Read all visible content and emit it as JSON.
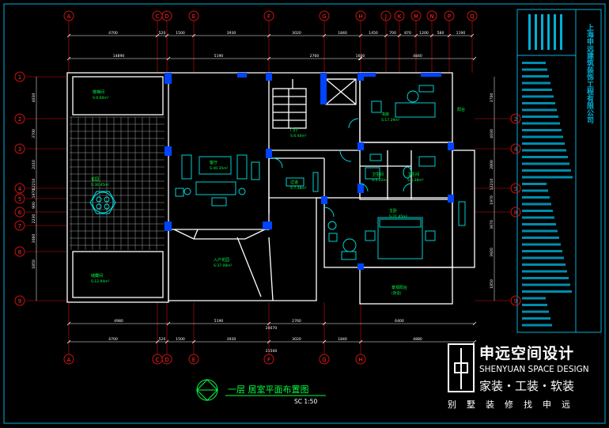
{
  "drawing": {
    "title": "一层 居室平面布置图",
    "scale": "SC 1:50"
  },
  "axes": {
    "top": [
      "A",
      "C",
      "D",
      "E",
      "F",
      "G",
      "H",
      "J",
      "K",
      "M",
      "N",
      "P",
      "Q"
    ],
    "bottom": [
      "A",
      "C",
      "D",
      "E",
      "F",
      "G",
      "H"
    ],
    "left": [
      "1",
      "2",
      "3",
      "4",
      "5",
      "6",
      "7",
      "8",
      "9"
    ],
    "right": [
      "2",
      "4",
      "5",
      "8",
      "9"
    ]
  },
  "dimensions": {
    "top_row1": [
      "4700",
      "520",
      "1500",
      "3930",
      "3020",
      "1840",
      "1450",
      "700",
      "870",
      "1200",
      "580",
      "1190"
    ],
    "top_row2": [
      "14890",
      "5190",
      "2760",
      "1600",
      "4840"
    ],
    "bottom_row1": [
      "4980",
      "5190",
      "2760",
      "6400"
    ],
    "bottom_total": "20070",
    "bottom_row2": [
      "4700",
      "520",
      "1500",
      "3930",
      "3020",
      "1840",
      "4880"
    ],
    "bottom_grand": "21500",
    "left": [
      "4030",
      "3700",
      "2410",
      "12210",
      "1970",
      "900",
      "2230",
      "3060",
      "1850"
    ],
    "right": [
      "3700",
      "4030",
      "2800",
      "12210",
      "1970",
      "3670",
      "3920",
      "1850"
    ]
  },
  "rooms": [
    {
      "name": "楼梯间",
      "area": "S:6.60m²"
    },
    {
      "name": "花园",
      "area": "S:36.45m²"
    },
    {
      "name": "储藏间",
      "area": "S:12.94m²"
    },
    {
      "name": "客厅",
      "area": "S:40.35m²"
    },
    {
      "name": "入户花园",
      "area": "S:37.08m²"
    },
    {
      "name": "门厅",
      "area": "S:6.40m²"
    },
    {
      "name": "过道",
      "area": "S:7.38m²"
    },
    {
      "name": "书房",
      "area": "S:17.29m²"
    },
    {
      "name": "卫生间",
      "area": "S:4.22m²"
    },
    {
      "name": "卫生间",
      "area": "S:5.38m²"
    },
    {
      "name": "主卧",
      "area": "S:21.45m²"
    },
    {
      "name": "阳台",
      "area": ""
    },
    {
      "name": "景观阳台",
      "area": "(改造)"
    }
  ],
  "company_cn": "上海申远建筑装饰工程有限公司",
  "brand": {
    "name_cn": "申远空间设计",
    "name_en": "SHENYUAN SPACE DESIGN",
    "services": "家装・工装・软装",
    "tagline": "别墅装修找申远"
  },
  "colors": {
    "background": "#000000",
    "wall": "#ffffff",
    "column": "#0044ff",
    "furniture": "#00e5e5",
    "grid_line": "#d01010",
    "axis_text": "#ff3030",
    "dimension": "#ffffff",
    "label": "#00ff40",
    "title_block": "#00b0d8"
  },
  "icons": [
    "logo-icon",
    "north-arrow-icon",
    "bed-icon",
    "sofa-icon",
    "table-icon"
  ]
}
